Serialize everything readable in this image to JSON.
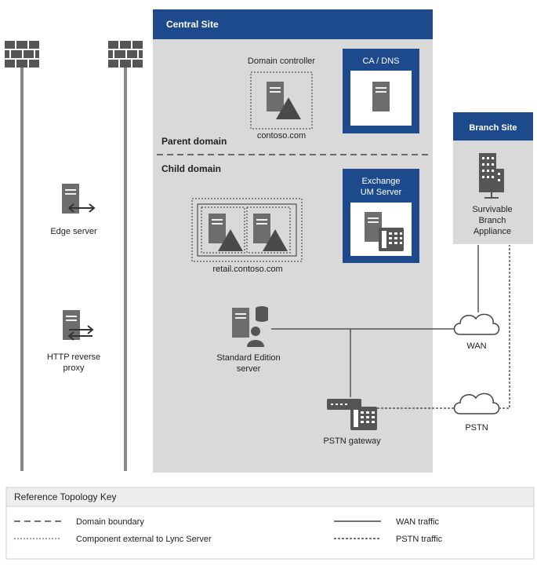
{
  "central_site": {
    "title": "Central Site",
    "parent_domain_label": "Parent domain",
    "child_domain_label": "Child domain",
    "domain_controller": {
      "label": "Domain controller",
      "domain": "contoso.com"
    },
    "ca_dns": {
      "title": "CA / DNS"
    },
    "exchange": {
      "title_line1": "Exchange",
      "title_line2": "UM Server"
    },
    "retail_domain": "retail.contoso.com",
    "standard_edition": {
      "line1": "Standard Edition",
      "line2": "server"
    },
    "pstn_gateway": "PSTN gateway"
  },
  "branch_site": {
    "title": "Branch Site",
    "sba_line1": "Survivable",
    "sba_line2": "Branch",
    "sba_line3": "Appliance"
  },
  "perimeter": {
    "edge_server": "Edge server",
    "http_proxy_line1": "HTTP reverse",
    "http_proxy_line2": "proxy"
  },
  "clouds": {
    "wan": "WAN",
    "pstn": "PSTN"
  },
  "key": {
    "title": "Reference Topology Key",
    "domain_boundary": "Domain boundary",
    "component_external": "Component external to Lync Server",
    "wan_traffic": "WAN traffic",
    "pstn_traffic": "PSTN traffic"
  },
  "colors": {
    "site_header": "#1d4a8c",
    "site_bg": "#d9d9d9",
    "server_icon": "#6d6d6d",
    "line": "#555555",
    "key_bg": "#eeeeee"
  }
}
